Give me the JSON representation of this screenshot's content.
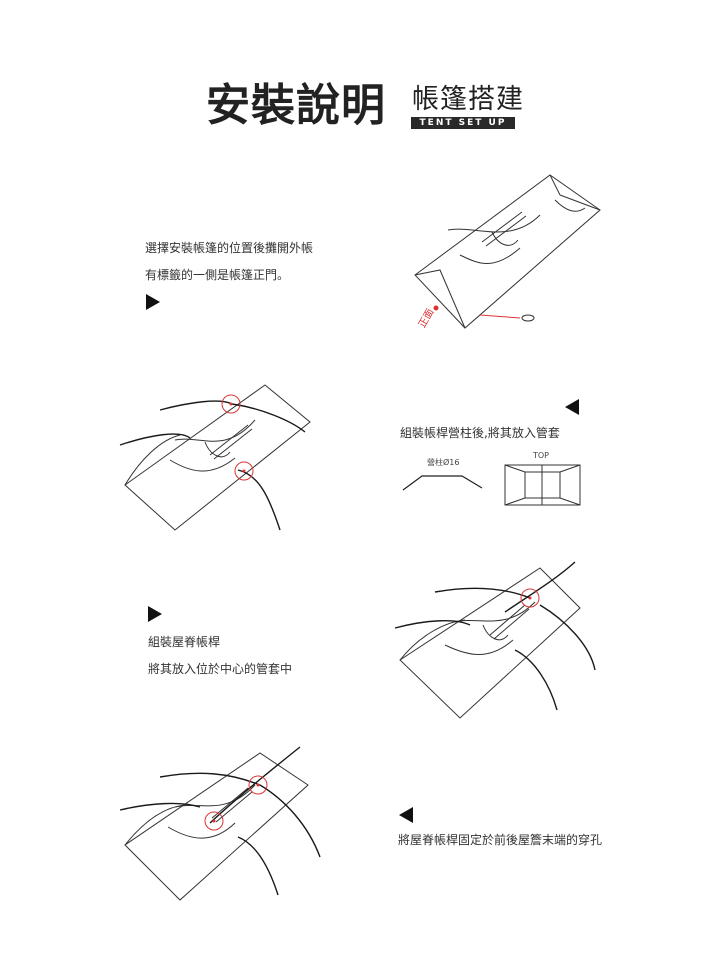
{
  "header": {
    "title_main": "安裝說明",
    "title_sub": "帳篷搭建",
    "title_badge": "TENT SET UP"
  },
  "steps": [
    {
      "lines": [
        "選擇安裝帳篷的位置後攤開外帳",
        "有標籤的一側是帳篷正門。"
      ],
      "arrow": "right",
      "label": "正面"
    },
    {
      "lines": [
        "組裝帳桿營柱後,將其放入管套"
      ],
      "arrow": "left",
      "pole_label": "營柱Ø16",
      "top_label": "TOP"
    },
    {
      "lines": [
        "組裝屋脊帳桿",
        "將其放入位於中心的管套中"
      ],
      "arrow": "right"
    },
    {
      "lines": [
        "將屋脊帳桿固定於前後屋簷末端的穿孔"
      ],
      "arrow": "left"
    }
  ],
  "colors": {
    "accent": "#dd3333",
    "ink": "#222222"
  }
}
